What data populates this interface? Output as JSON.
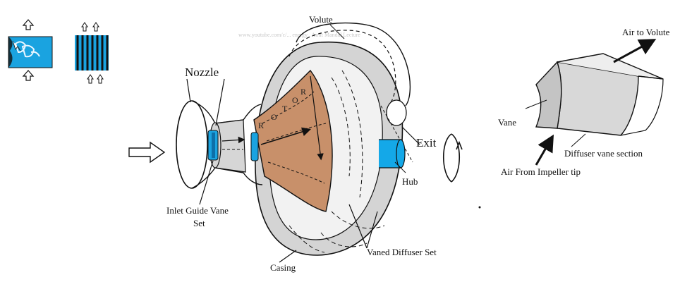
{
  "diagram": {
    "labels": {
      "volute": "Volute",
      "nozzle": "Nozzle",
      "inlet_guide_vane_line1": "Inlet Guide Vane",
      "inlet_guide_vane_line2": "Set",
      "casing": "Casing",
      "vaned_diffuser_set": "Vaned Diffuser Set",
      "hub": "Hub",
      "exit": "Exit",
      "air_to_volute": "Air to Volute",
      "vane": "Vane",
      "diffuser_vane_section": "Diffuser vane section",
      "air_from_impeller_tip": "Air From Impeller tip"
    },
    "rotor_letters": [
      "R",
      "O",
      "T",
      "O",
      "R"
    ],
    "watermark": "www.youtube.com/c/... energy , Amit Mandal Lecture",
    "colors": {
      "rotor_fill": "#c8906a",
      "casing_fill": "#d4d4d4",
      "vane_blue": "#1aa3e0",
      "hub_blue": "#14a8e8",
      "line": "#111111"
    },
    "icons": [
      "inlet-flow-arrow-icon",
      "rotation-arrow-icon",
      "up-arrow-icon"
    ]
  }
}
